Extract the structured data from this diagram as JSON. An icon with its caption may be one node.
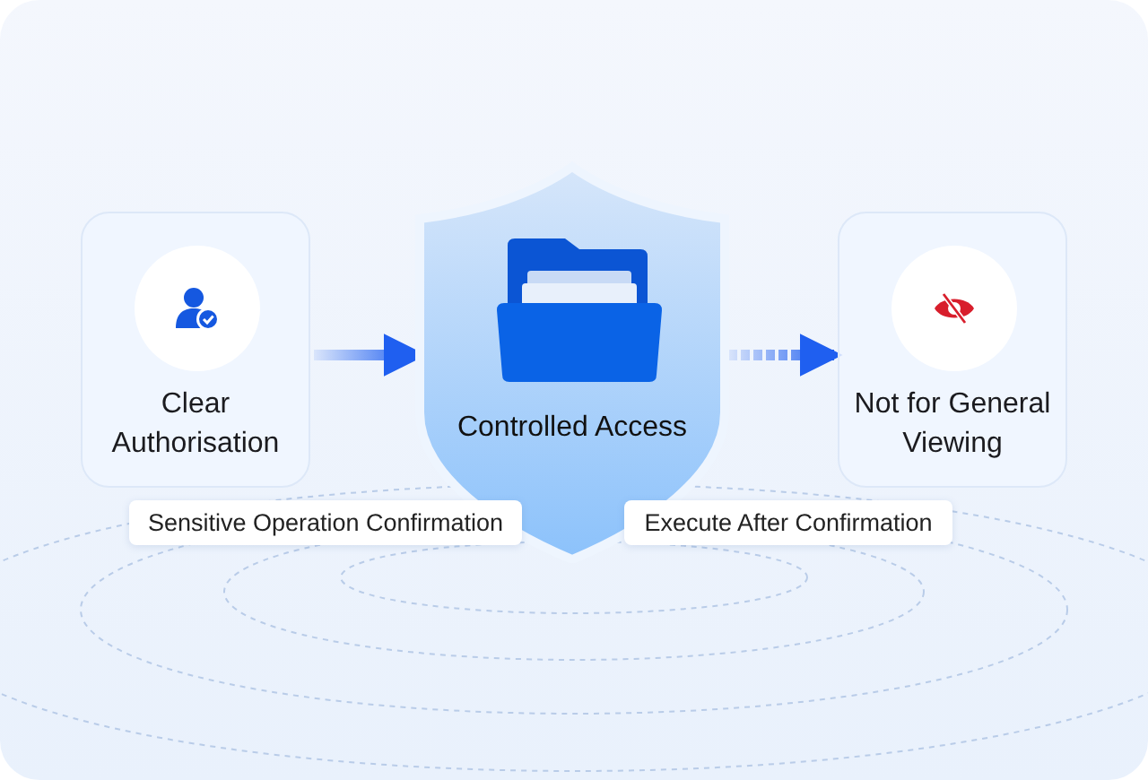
{
  "diagram": {
    "nodes": [
      {
        "text": [
          "Clear Authorisation"
        ]
      },
      {
        "text": [
          "Controlled Access"
        ]
      },
      {
        "text": [
          "Not for General Viewing"
        ]
      },
      {
        "text": [
          "Sensitive Operation Confirmation"
        ]
      },
      {
        "text": [
          "Execute After Confirmation"
        ]
      }
    ],
    "edges": [
      {
        "from": 0,
        "to": 1,
        "arrow": "to"
      },
      {
        "from": 1,
        "to": 2,
        "arrow": "to",
        "style": "dashed"
      }
    ]
  }
}
